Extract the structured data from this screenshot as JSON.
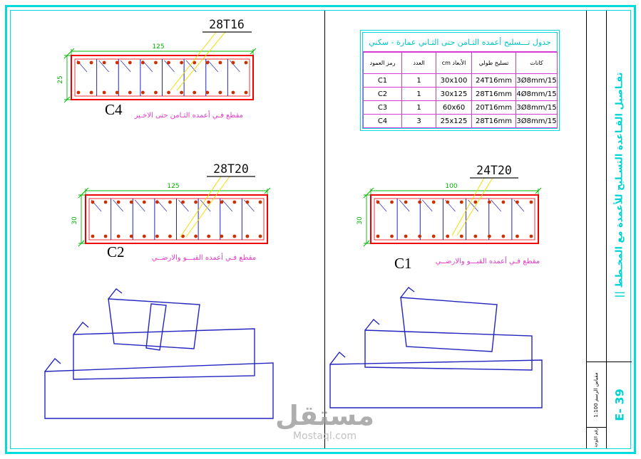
{
  "colors": {
    "cyan": "#00dcdc",
    "magenta": "#d33bd3",
    "red": "#f00000",
    "rebar": "#cc3000",
    "blue": "#2424c0",
    "green": "#00b400",
    "yellow": "#f0e000"
  },
  "sections": {
    "c4": {
      "bar_label": "28T16",
      "width_dim": "125",
      "height_dim": "25",
      "name": "C4",
      "caption": "مقطع فـي أعمده الثـامن حتى الاخـير"
    },
    "c2": {
      "bar_label": "28T20",
      "width_dim": "125",
      "height_dim": "30",
      "name": "C2",
      "caption": "مقطع فـي أعمده القبـــو والارضــي"
    },
    "c1": {
      "bar_label": "24T20",
      "width_dim": "100",
      "height_dim": "30",
      "name": "C1",
      "caption": "مقطع فـي أعمده القبـــو والارضــي"
    }
  },
  "table": {
    "title": "جدول تـــسليح أعمده الثـامن حتى الثـاني عمارة - سكني",
    "headers": [
      "رمز العمود",
      "العدد",
      "الأبعاد cm",
      "تسليح طولي",
      "كانات"
    ],
    "rows": [
      [
        "C1",
        "1",
        "30x100",
        "24T16mm",
        "3Ø8mm/15"
      ],
      [
        "C2",
        "1",
        "30x125",
        "28T16mm",
        "4Ø8mm/15"
      ],
      [
        "C3",
        "1",
        "60x60",
        "20T16mm",
        "3Ø8mm/15"
      ],
      [
        "C4",
        "3",
        "25x125",
        "28T16mm",
        "3Ø8mm/15"
      ]
    ]
  },
  "titleblock": {
    "vertical_title": "تفـاصيل القـاعدة التسـليح للأعمدة مع المخـطط ||",
    "scale_label": "مقياس الرسم 1:100",
    "sheet_label": "رقم اللوحة",
    "sheet_number": "E- 39"
  },
  "watermark": {
    "name": "مستقل",
    "site": "Mostaql.com"
  }
}
